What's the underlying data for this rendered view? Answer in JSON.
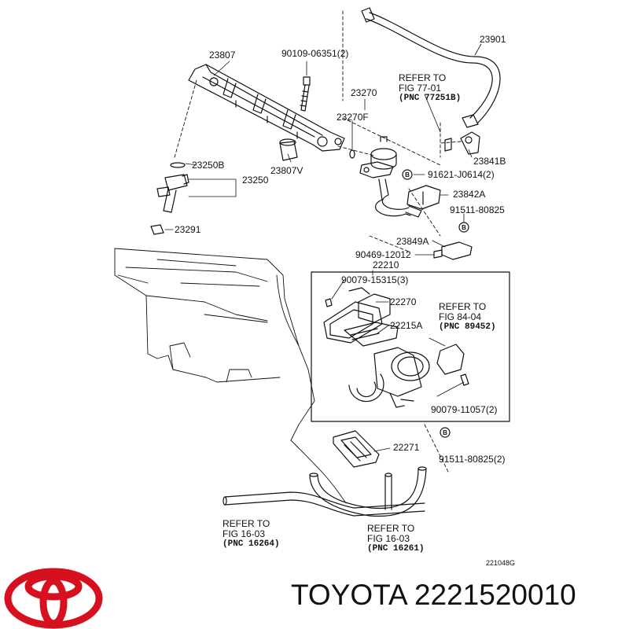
{
  "diagram": {
    "part_labels": {
      "p23807": "23807",
      "p9010906351": "90109-06351(2)",
      "p23270": "23270",
      "p23270f": "23270F",
      "p23901": "23901",
      "p23841b": "23841B",
      "p9162": "91621-J0614(2)",
      "p23842a": "23842A",
      "p9151a": "91511-80825",
      "p23250b": "23250B",
      "p23807v": "23807V",
      "p23250": "23250",
      "p23291": "23291",
      "p23849a": "23849A",
      "p90469": "90469-12012",
      "p22210": "22210",
      "p9007915315": "90079-15315(3)",
      "p22270": "22270",
      "p22215a": "22215A",
      "p9007911057": "90079-11057(2)",
      "p22271": "22271",
      "p9151b": "91511-80825(2)"
    },
    "references": [
      {
        "line1": "REFER TO",
        "line2": "FIG 77-01",
        "pnc": "(PNC 77251B)"
      },
      {
        "line1": "REFER TO",
        "line2": "FIG 84-04",
        "pnc": "(PNC 89452)"
      },
      {
        "line1": "REFER TO",
        "line2": "FIG 16-03",
        "pnc": "(PNC 16264)"
      },
      {
        "line1": "REFER TO",
        "line2": "FIG 16-03",
        "pnc": "(PNC 16261)"
      }
    ],
    "bolt_marker": "B",
    "drawing_code": "221048G"
  },
  "brand": {
    "text": "TOYOTA 2221520010",
    "logo_color": "#d6101e"
  }
}
